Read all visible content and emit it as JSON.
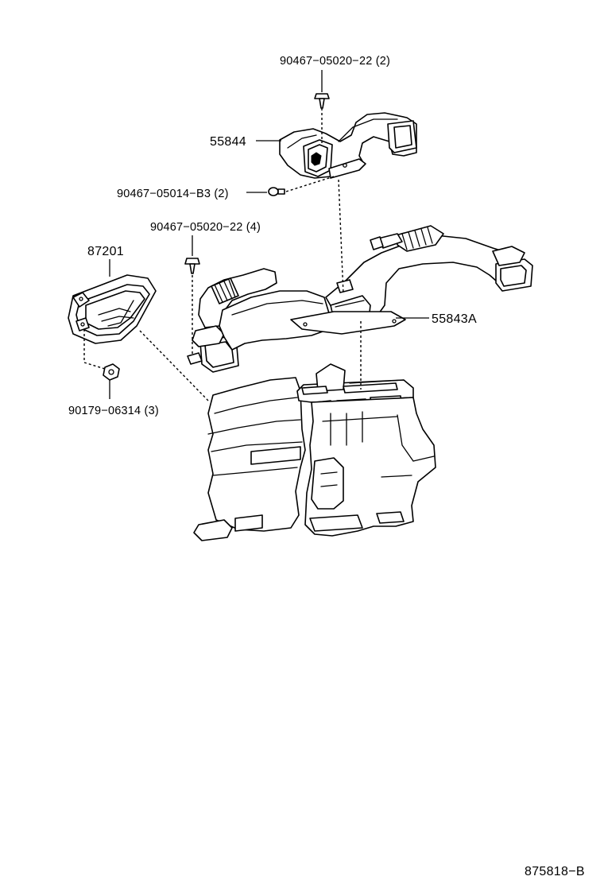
{
  "labels": {
    "screw_top": "90467−05020−22 (2)",
    "duct_upper": "55844",
    "clip_upper": "90467−05014−B3 (2)",
    "screw_mid": "90467−05020−22 (4)",
    "cover": "87201",
    "duct_lower": "55843A",
    "nut": "90179−06314 (3)",
    "diagram_id": "875818−B"
  }
}
